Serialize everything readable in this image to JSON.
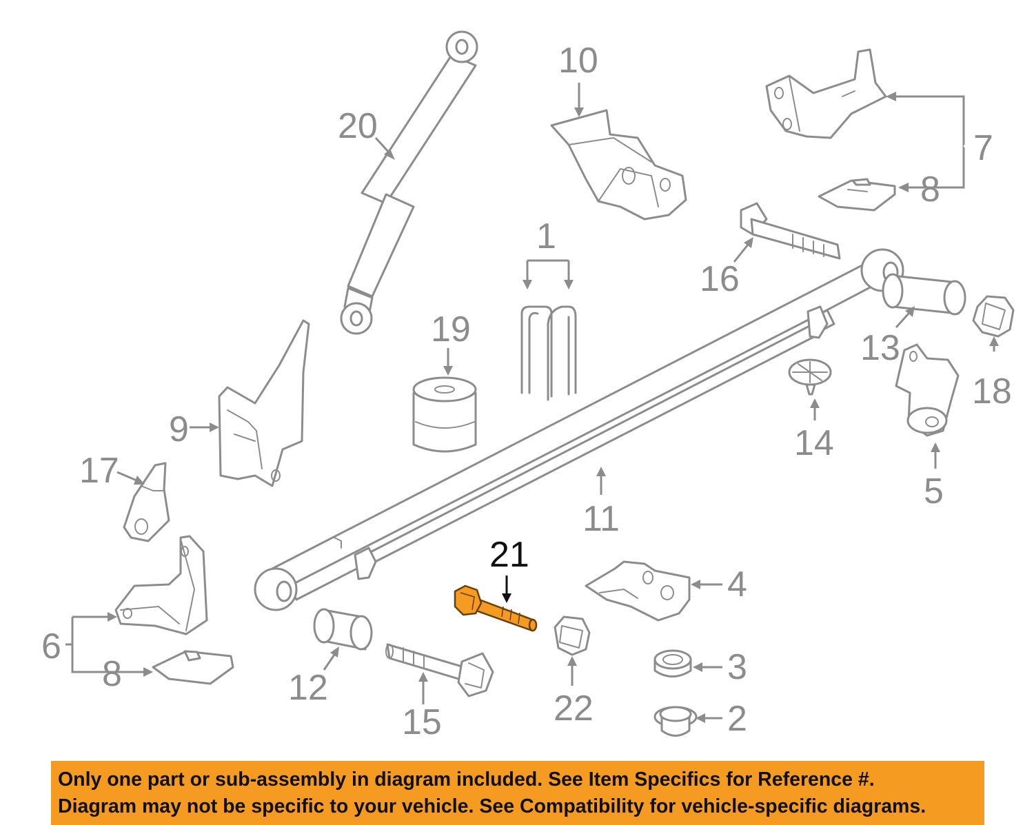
{
  "diagram": {
    "labels": [
      {
        "id": "1",
        "text": "1"
      },
      {
        "id": "2",
        "text": "2"
      },
      {
        "id": "3",
        "text": "3"
      },
      {
        "id": "4",
        "text": "4"
      },
      {
        "id": "5",
        "text": "5"
      },
      {
        "id": "6",
        "text": "6"
      },
      {
        "id": "7",
        "text": "7"
      },
      {
        "id": "8a",
        "text": "8"
      },
      {
        "id": "8b",
        "text": "8"
      },
      {
        "id": "9",
        "text": "9"
      },
      {
        "id": "10",
        "text": "10"
      },
      {
        "id": "11",
        "text": "11"
      },
      {
        "id": "12",
        "text": "12"
      },
      {
        "id": "13",
        "text": "13"
      },
      {
        "id": "14",
        "text": "14"
      },
      {
        "id": "15",
        "text": "15"
      },
      {
        "id": "16",
        "text": "16"
      },
      {
        "id": "17",
        "text": "17"
      },
      {
        "id": "18",
        "text": "18"
      },
      {
        "id": "19",
        "text": "19"
      },
      {
        "id": "20",
        "text": "20"
      },
      {
        "id": "21",
        "text": "21"
      },
      {
        "id": "22",
        "text": "22"
      }
    ],
    "highlighted_part": "21",
    "highlight_color": "#f59b21",
    "line_color": "#8c8c8c"
  },
  "notice": {
    "line1": "Only one part or sub-assembly in diagram included. See Item Specifics for Reference #.",
    "line2": "Diagram may not be specific to your vehicle. See Compatibility for vehicle-specific diagrams.",
    "background": "#f59b21"
  }
}
